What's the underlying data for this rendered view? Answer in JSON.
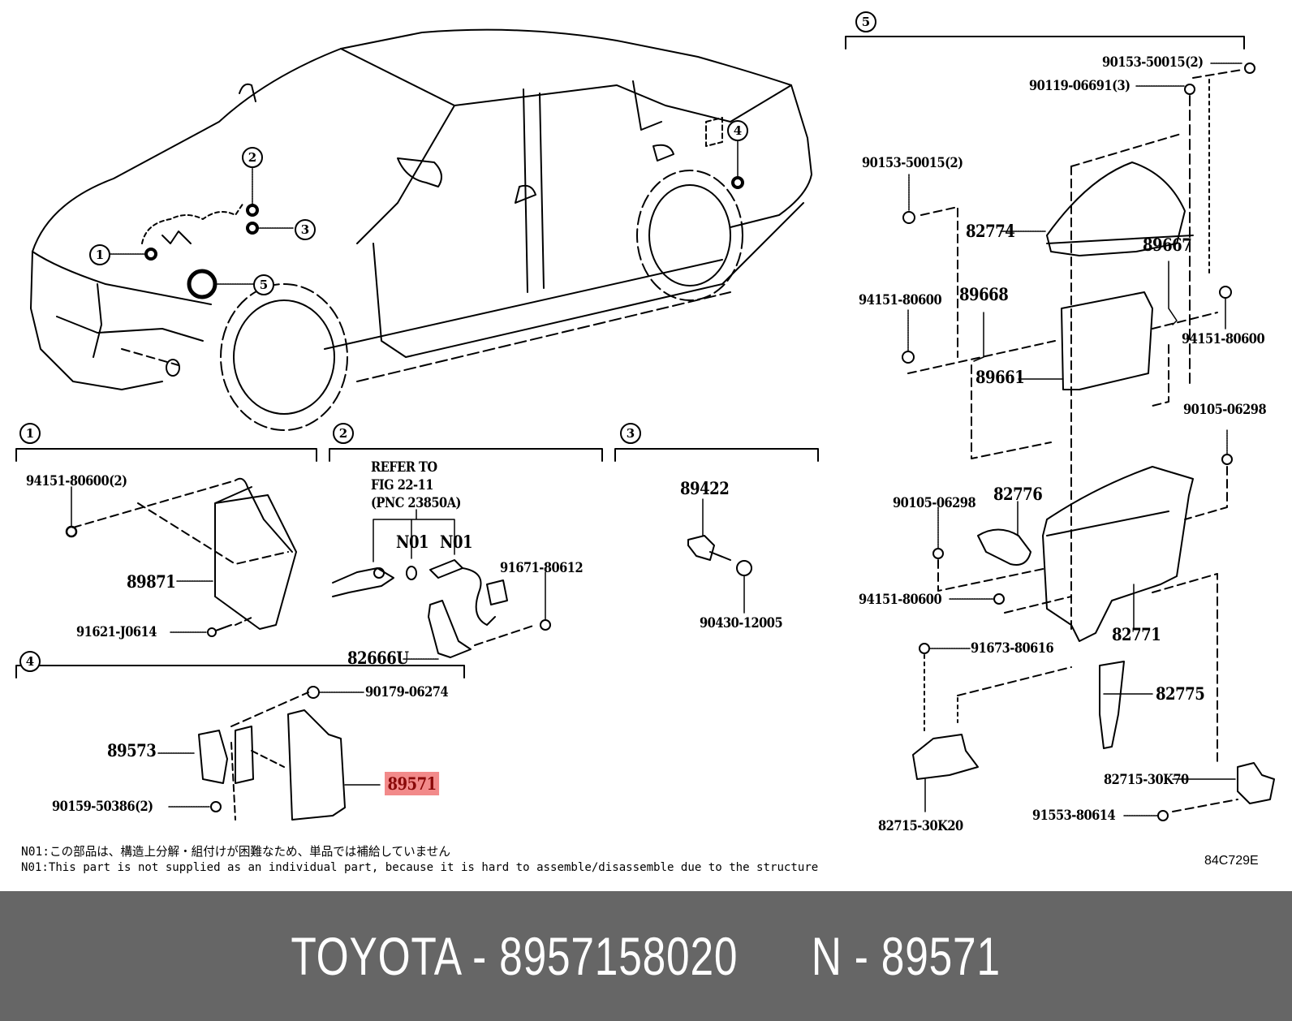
{
  "diagram": {
    "car_callouts": [
      "1",
      "2",
      "3",
      "4",
      "5"
    ],
    "sections": [
      {
        "id": "1",
        "parts": [
          {
            "number": "94151-80600(2)",
            "name": "nut"
          },
          {
            "number": "89871",
            "name": "ecu-module"
          },
          {
            "number": "91621-J0614",
            "name": "bolt"
          }
        ]
      },
      {
        "id": "2",
        "refer_lines": [
          "REFER TO",
          "FIG 22-11",
          "(PNC 23850A)"
        ],
        "parts": [
          {
            "number": "N01",
            "name": "o-ring"
          },
          {
            "number": "N01",
            "name": "sensor"
          },
          {
            "number": "91671-80612",
            "name": "bolt"
          },
          {
            "number": "82666U",
            "name": "bracket"
          }
        ]
      },
      {
        "id": "3",
        "parts": [
          {
            "number": "89422",
            "name": "sensor"
          },
          {
            "number": "90430-12005",
            "name": "gasket"
          }
        ]
      },
      {
        "id": "4",
        "parts": [
          {
            "number": "90179-06274",
            "name": "nut"
          },
          {
            "number": "89573",
            "name": "bracket"
          },
          {
            "number": "89571",
            "name": "module",
            "highlighted": true
          },
          {
            "number": "90159-50386(2)",
            "name": "screw"
          }
        ]
      },
      {
        "id": "5",
        "parts": [
          {
            "number": "90153-50015(2)",
            "name": "screw-top"
          },
          {
            "number": "90119-06691(3)",
            "name": "bolt"
          },
          {
            "number": "90153-50015(2)",
            "name": "screw-left"
          },
          {
            "number": "82774",
            "name": "cover"
          },
          {
            "number": "89667",
            "name": "bracket"
          },
          {
            "number": "94151-80600",
            "name": "nut-left"
          },
          {
            "number": "89668",
            "name": "bracket"
          },
          {
            "number": "94151-80600",
            "name": "nut-right"
          },
          {
            "number": "89661",
            "name": "engine-ecu"
          },
          {
            "number": "90105-06298",
            "name": "bolt-right"
          },
          {
            "number": "90105-06298",
            "name": "bolt-left"
          },
          {
            "number": "82776",
            "name": "grommet"
          },
          {
            "number": "94151-80600",
            "name": "nut-lower"
          },
          {
            "number": "82771",
            "name": "relay-box"
          },
          {
            "number": "91673-80616",
            "name": "bolt"
          },
          {
            "number": "82775",
            "name": "boot"
          },
          {
            "number": "82715-30K70",
            "name": "bracket-right"
          },
          {
            "number": "91553-80614",
            "name": "bolt"
          },
          {
            "number": "82715-30K20",
            "name": "bracket-left"
          }
        ]
      }
    ],
    "notes": {
      "jp": "N01:この部品は、構造上分解・組付けが困難なため、単品では補給していません",
      "en": "N01:This part is not supplied as an individual part, because it is hard to assemble/disassemble due to the structure"
    },
    "figure_code": "84C729E",
    "highlight_color": "#f28a8a",
    "highlight_text_color": "#8a0a0a"
  },
  "banner": {
    "text": "TOYOTA - 8957158020      N - 89571",
    "background": "#666666",
    "text_color": "#ffffff"
  }
}
